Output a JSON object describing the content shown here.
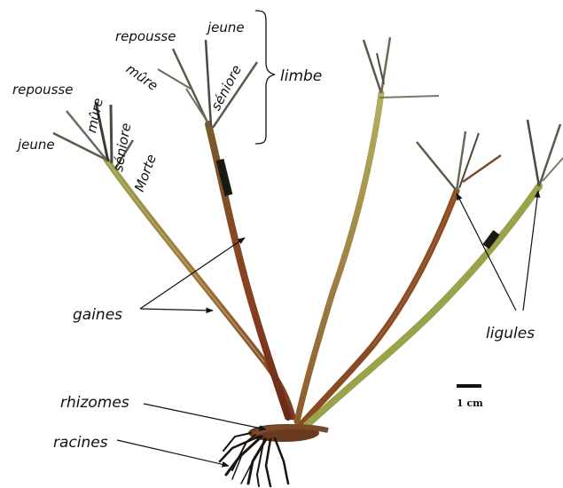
{
  "labels": {
    "repousse_left": "repousse",
    "jeune_left": "jeune",
    "mure_left": "mûre",
    "seniore_left": "séniore",
    "morte_left": "Morte",
    "repousse_top": "repousse",
    "jeune_top": "jeune",
    "mure_top": "mûre",
    "seniore_top": "séniore",
    "limbe": "limbe",
    "gaines": "gaines",
    "ligules": "ligules",
    "rhizomes": "rhizomes",
    "racines": "racines"
  },
  "scale_bar": {
    "label": "1 cm"
  },
  "colors": {
    "sheath_dark": "#6e2e1a",
    "sheath_mid": "#8b5a2b",
    "sheath_green": "#8f9a3a",
    "leaf_blade": "#6b6b5a",
    "root": "#1a1410",
    "annotation": "#111111"
  }
}
